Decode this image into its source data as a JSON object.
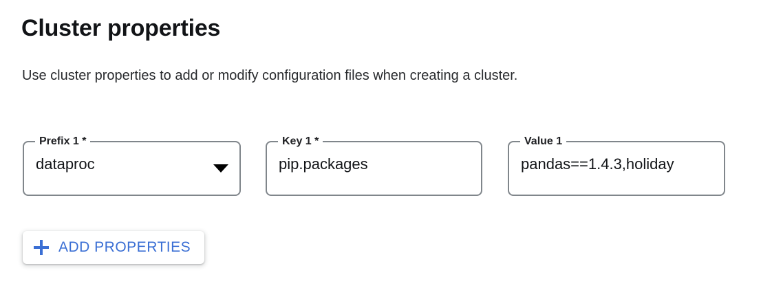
{
  "section": {
    "title": "Cluster properties",
    "description": "Use cluster properties to add or modify configuration files when creating a cluster."
  },
  "fields": [
    {
      "name": "prefix",
      "label": "Prefix 1 *",
      "value": "dataproc",
      "type": "select",
      "icon": "chevron-down-icon"
    },
    {
      "name": "key",
      "label": "Key 1 *",
      "value": "pip.packages",
      "type": "text"
    },
    {
      "name": "value",
      "label": "Value 1",
      "value": "pandas==1.4.3,holiday",
      "type": "text"
    }
  ],
  "actions": {
    "add_properties_label": "ADD PROPERTIES",
    "add_properties_icon": "plus-icon"
  },
  "colors": {
    "accent_blue": "#3b6fd4",
    "field_border": "#80868b",
    "text_primary": "#202124",
    "background": "#ffffff"
  }
}
